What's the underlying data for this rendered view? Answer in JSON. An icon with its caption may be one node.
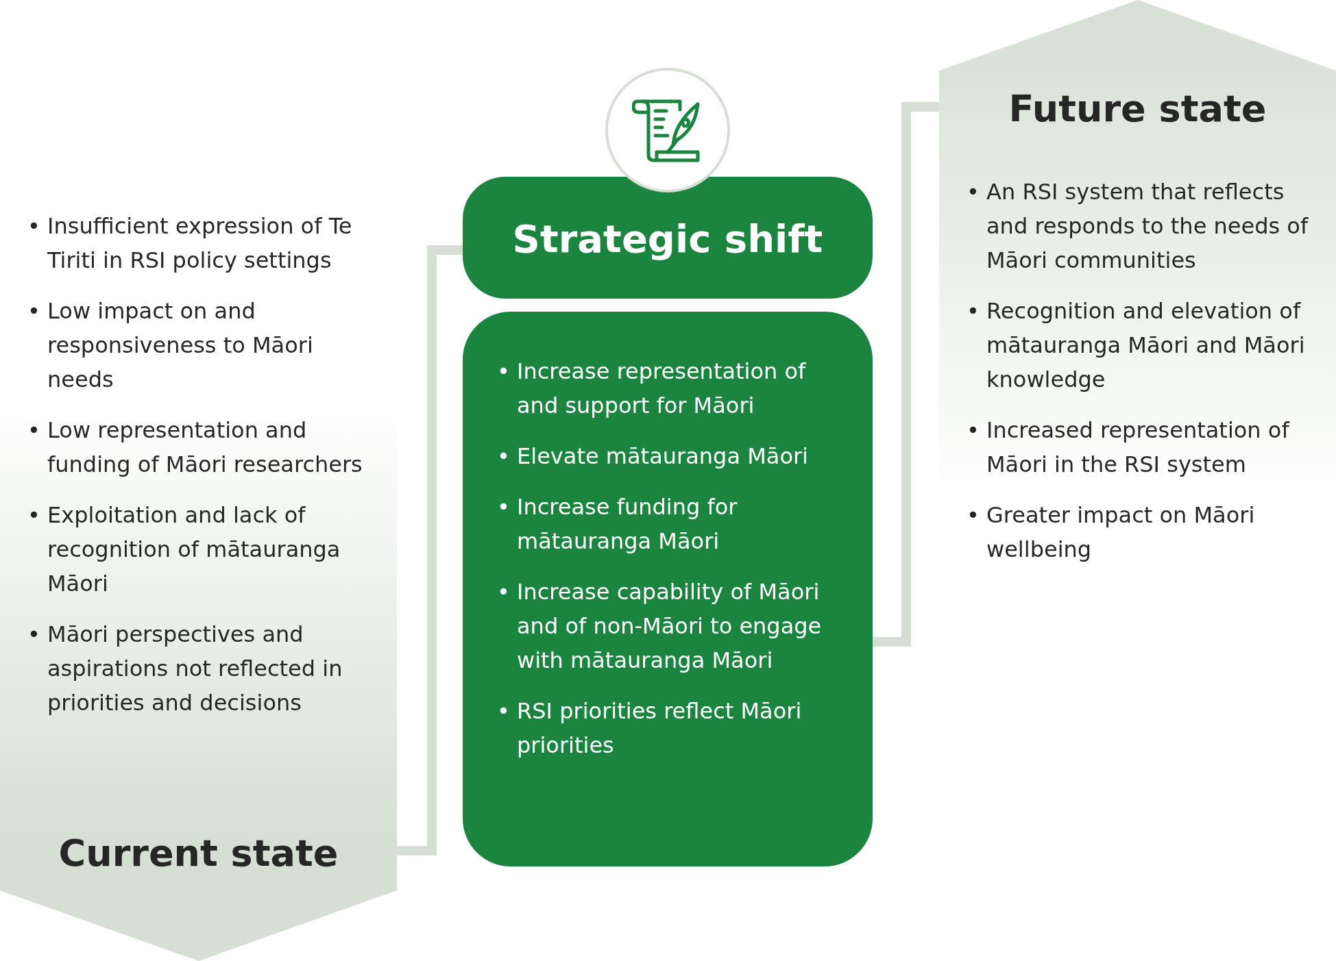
{
  "diagram": {
    "nodes": [
      {
        "text": [
          "• Insufficient expression of Te Tiriti in RSI policy settings",
          "• Low impact on and responsiveness to Māori needs",
          "• Low representation and funding of Māori researchers",
          "• Exploitation and lack of recognition of mātauranga Māori",
          "• Māori perspectives and aspirations not reflected in priorities and decisions",
          "Current state"
        ]
      },
      {
        "text": [
          "Strategic shift"
        ]
      },
      {
        "text": [
          "• Increase representation of and support for Māori",
          "• Elevate mātauranga Māori",
          "• Increase funding for mātauranga Māori",
          "• Increase capability of Māori and of non-Māori to engage with mātauranga Māori",
          "• RSI priorities reflect Māori priorities"
        ]
      },
      {
        "text": [
          "Future state",
          "• An RSI system that reflects and responds to the needs of Māori communities",
          "• Recognition and elevation of mātauranga Māori and Māori knowledge",
          "• Increased representation of Māori in the RSI system",
          "• Greater impact on Māori wellbeing"
        ]
      }
    ],
    "edges": [
      {
        "from": 0,
        "to": 1,
        "arrow": "none"
      },
      {
        "from": 2,
        "to": 3,
        "arrow": "none"
      }
    ]
  }
}
